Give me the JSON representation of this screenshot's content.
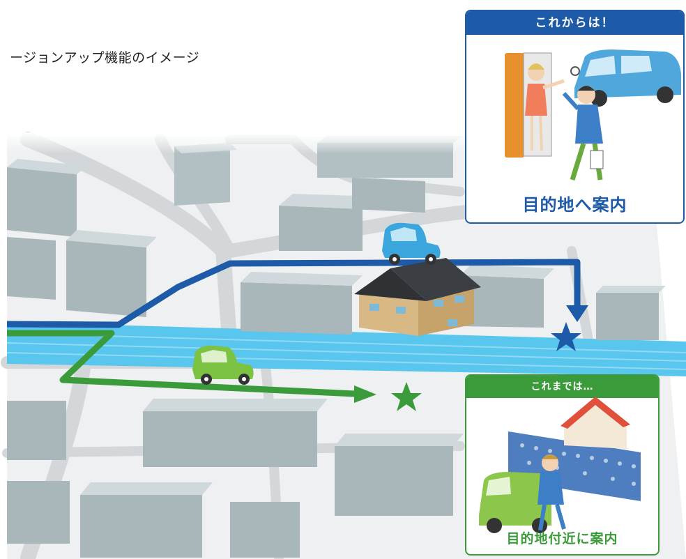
{
  "caption": "ージョンアップ機能のイメージ",
  "panel_new": {
    "header": "これからは！",
    "footer": "目的地へ案内",
    "accent": "#1d5aa7"
  },
  "panel_old": {
    "header": "これまでは…",
    "footer": "目的地付近に案内",
    "accent": "#3b9b3a"
  },
  "colors": {
    "river": "#59c6ee",
    "road": "#d6d9db",
    "building_top": "#c6d0d2",
    "building_side": "#8fa1a5",
    "route_new": "#1d5aa7",
    "route_old": "#3b9b3a",
    "car_new": "#3ba6de",
    "car_old": "#7cc243"
  },
  "icons": {
    "destination_new": "star-icon",
    "destination_old": "star-icon",
    "house": "house-icon"
  }
}
